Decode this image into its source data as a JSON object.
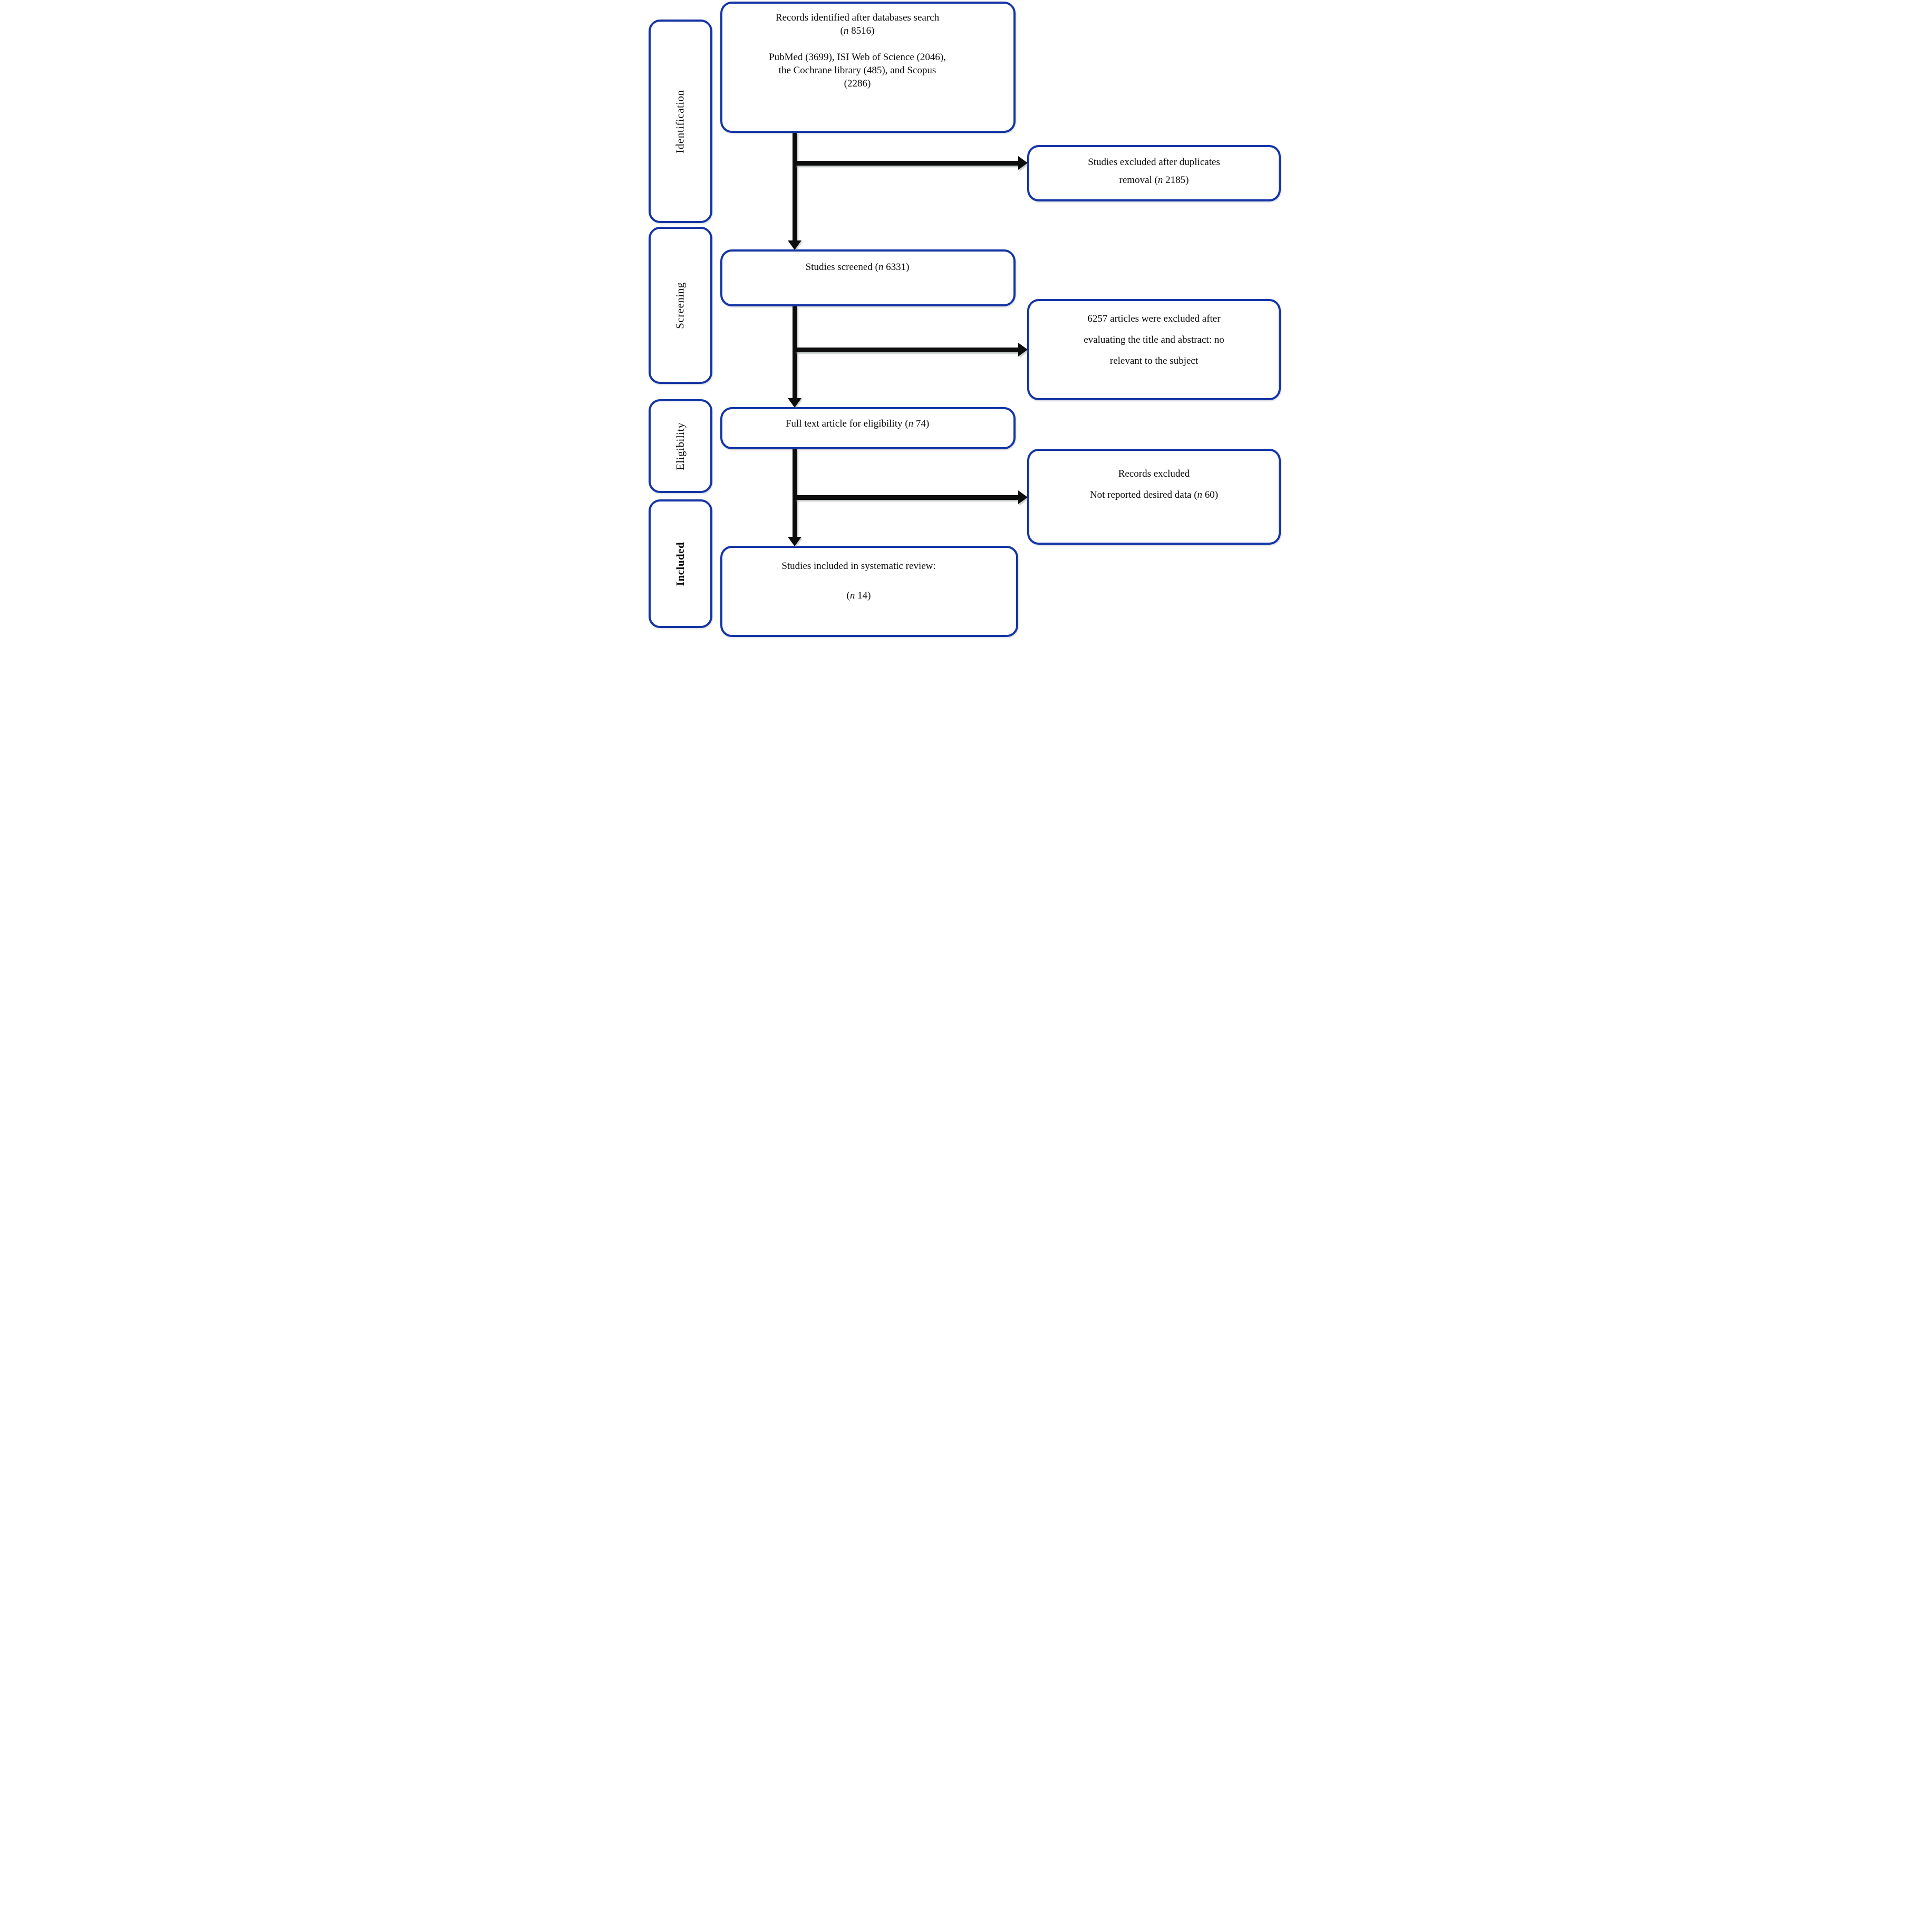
{
  "diagram": {
    "type": "prisma-flow",
    "colors": {
      "border_blue": "#1535a5",
      "arrow_black": "#0d0d0d",
      "text": "#0c0c0c"
    },
    "stages": [
      {
        "label": "Identification"
      },
      {
        "label": "Screening"
      },
      {
        "label": "Eligibility"
      },
      {
        "label": "Included"
      }
    ],
    "main_boxes": [
      {
        "name": "records-identified",
        "lines": [
          "Records identified after databases search",
          "(*n* 8516)",
          "",
          "PubMed (3699), ISI Web of Science (2046),",
          "the Cochrane library (485), and Scopus",
          "(2286)"
        ]
      },
      {
        "name": "studies-screened",
        "lines": [
          "Studies screened (*n* 6331)"
        ]
      },
      {
        "name": "full-text-eligibility",
        "lines": [
          "Full text article for eligibility (*n* 74)"
        ]
      },
      {
        "name": "studies-included",
        "lines": [
          "Studies included in systematic review:",
          "",
          "(*n* 14)"
        ]
      }
    ],
    "exclusion_boxes": [
      {
        "name": "excluded-duplicates",
        "lines": [
          "Studies excluded after duplicates",
          "removal (*n* 2185)"
        ]
      },
      {
        "name": "excluded-title-abstract",
        "lines": [
          "6257 articles were excluded after",
          "evaluating the title and abstract: no",
          "relevant to the subject"
        ]
      },
      {
        "name": "records-excluded",
        "lines": [
          "Records excluded",
          "Not reported desired data (*n* 60)"
        ]
      }
    ]
  }
}
